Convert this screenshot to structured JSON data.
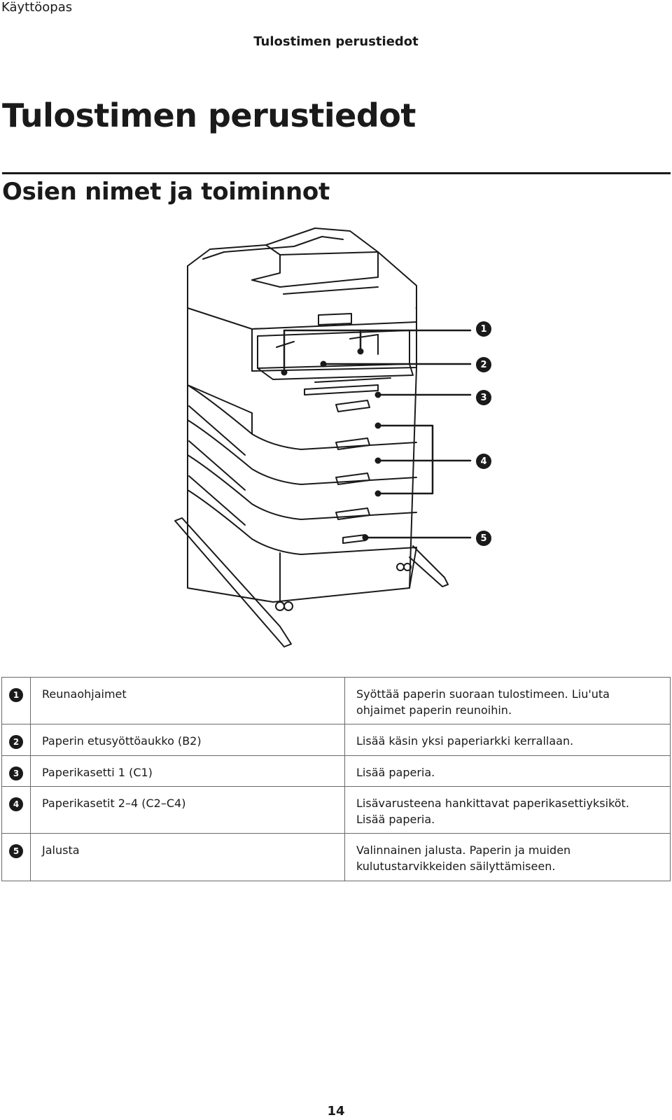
{
  "header": {
    "running_head": "Käyttöopas",
    "running_title": "Tulostimen perustiedot"
  },
  "chapter_title": "Tulostimen perustiedot",
  "section_title": "Osien nimet ja toiminnot",
  "figure": {
    "callouts": [
      "1",
      "2",
      "3",
      "4",
      "5"
    ]
  },
  "parts": [
    {
      "num": "1",
      "name": "Reunaohjaimet",
      "desc": "Syöttää paperin suoraan tulostimeen. Liu'uta ohjaimet paperin reunoihin."
    },
    {
      "num": "2",
      "name": "Paperin etusyöttöaukko (B2)",
      "desc": "Lisää käsin yksi paperiarkki kerrallaan."
    },
    {
      "num": "3",
      "name": "Paperikasetti 1 (C1)",
      "desc": "Lisää paperia."
    },
    {
      "num": "4",
      "name": "Paperikasetit 2–4 (C2–C4)",
      "desc": "Lisävarusteena hankittavat paperikasettiyksiköt. Lisää paperia."
    },
    {
      "num": "5",
      "name": "Jalusta",
      "desc": "Valinnainen jalusta. Paperin ja muiden kulutustarvikkeiden säilyttämiseen."
    }
  ],
  "page_number": "14"
}
